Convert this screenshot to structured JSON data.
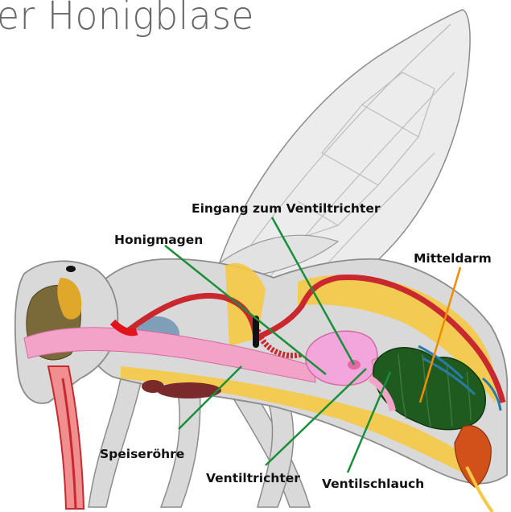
{
  "title": "er Honigblase",
  "labels": {
    "eingang": "Eingang zum Ventiltrichter",
    "honigmagen": "Honigmagen",
    "mitteldarm": "Mitteldarm",
    "speiseroehre": "Speiseröhre",
    "ventiltrichter": "Ventiltrichter",
    "ventilschlauch": "Ventilschlauch"
  },
  "colors": {
    "body": "#d9d9d9",
    "outline": "#8c8c8c",
    "wing": "#ececec",
    "fat": "#f5c842",
    "gut_red": "#c8282e",
    "honey_stomach": "#f2a6dc",
    "esophagus": "#f4a3c8",
    "midgut": "#1f5a1f",
    "leader_green": "#1a8f3a",
    "leader_orange": "#f08c00"
  }
}
